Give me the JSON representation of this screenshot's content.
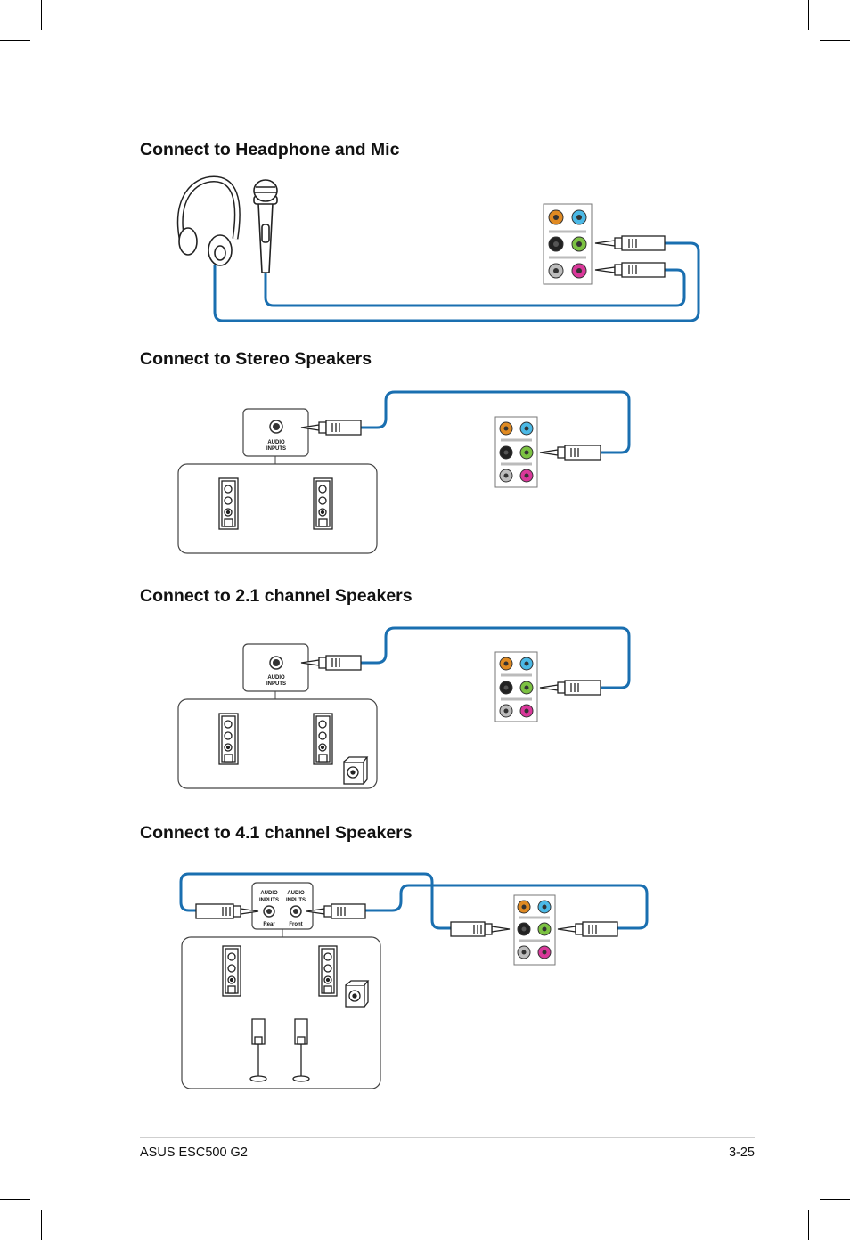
{
  "sections": [
    {
      "title": "Connect to Headphone and Mic"
    },
    {
      "title": "Connect to Stereo Speakers",
      "port_label_1": "AUDIO",
      "port_label_2": "INPUTS"
    },
    {
      "title": "Connect to 2.1 channel Speakers",
      "port_label_1": "AUDIO",
      "port_label_2": "INPUTS"
    },
    {
      "title": "Connect to 4.1 channel Speakers",
      "rear_label_1": "AUDIO",
      "rear_label_2": "INPUTS",
      "rear_name": "Rear",
      "front_label_1": "AUDIO",
      "front_label_2": "INPUTS",
      "front_name": "Front"
    }
  ],
  "colors": {
    "cable": "#1a6fb0",
    "jack_orange": "#e08a22",
    "jack_blue": "#4bb9e6",
    "jack_black": "#222222",
    "jack_green": "#7cc242",
    "jack_gray": "#bdbdbd",
    "jack_pink": "#d9389a"
  },
  "footer": {
    "left": "ASUS ESC500 G2",
    "right": "3-25"
  }
}
